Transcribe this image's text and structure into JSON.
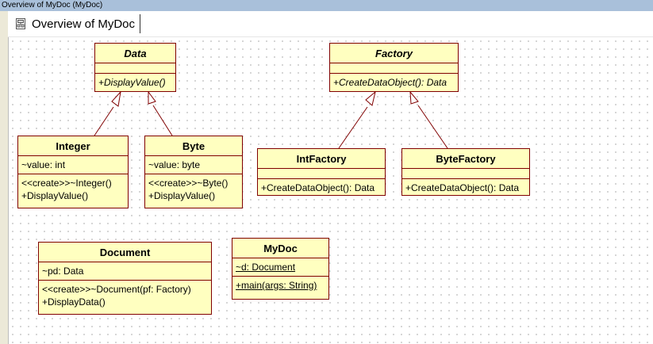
{
  "window": {
    "title": "Overview of MyDoc (MyDoc)"
  },
  "tab": {
    "label": "Overview of MyDoc",
    "icon": "class-diagram-icon"
  },
  "classes": {
    "data": {
      "name": "Data",
      "attributes": [],
      "operations": [
        "+DisplayValue()"
      ]
    },
    "factory": {
      "name": "Factory",
      "attributes": [],
      "operations": [
        "+CreateDataObject(): Data"
      ]
    },
    "integer": {
      "name": "Integer",
      "attributes": [
        "~value: int"
      ],
      "operations": [
        "<<create>>~Integer()",
        "+DisplayValue()"
      ]
    },
    "byte": {
      "name": "Byte",
      "attributes": [
        "~value: byte"
      ],
      "operations": [
        "<<create>>~Byte()",
        "+DisplayValue()"
      ]
    },
    "intfactory": {
      "name": "IntFactory",
      "attributes": [],
      "operations": [
        "+CreateDataObject(): Data"
      ]
    },
    "bytefactory": {
      "name": "ByteFactory",
      "attributes": [],
      "operations": [
        "+CreateDataObject(): Data"
      ]
    },
    "document": {
      "name": "Document",
      "attributes": [
        "~pd: Data"
      ],
      "operations": [
        "<<create>>~Document(pf: Factory)",
        "+DisplayData()"
      ]
    },
    "mydoc": {
      "name": "MyDoc",
      "attributes": [
        "~d: Document"
      ],
      "operations": [
        "+main(args: String)"
      ]
    }
  },
  "colors": {
    "class_fill": "#ffffc0",
    "class_border": "#800000",
    "link": "#800000"
  }
}
